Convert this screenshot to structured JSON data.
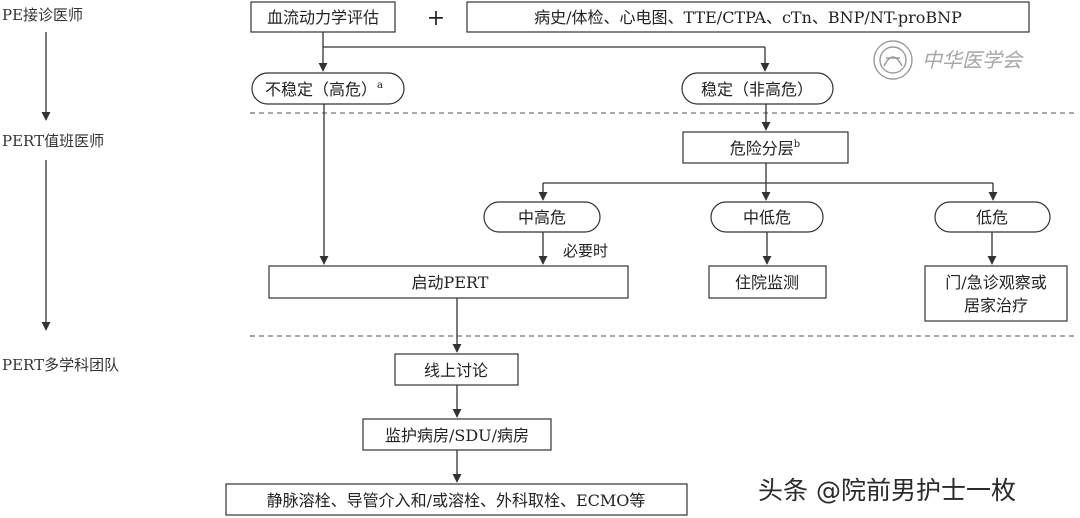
{
  "roles": {
    "pe_doctor": "PE接诊医师",
    "pert_duty": "PERT值班医师",
    "pert_team": "PERT多学科团队"
  },
  "nodes": {
    "hemo_eval": "血流动力学评估",
    "plus": "+",
    "tests": "病史/体检、心电图、TTE/CTPA、cTn、BNP/NT-proBNP",
    "unstable": "不稳定（高危）",
    "unstable_sup": "a",
    "stable": "稳定（非高危）",
    "risk_strat": "危险分层",
    "risk_strat_sup": "b",
    "mid_high": "中高危",
    "mid_low": "中低危",
    "low": "低危",
    "if_needed": "必要时",
    "start_pert": "启动PERT",
    "hospital_monitor": "住院监测",
    "outpatient_line1": "门/急诊观察或",
    "outpatient_line2": "居家治疗",
    "online_discuss": "线上讨论",
    "ward": "监护病房/SDU/病房",
    "treatments": "静脉溶栓、导管介入和/或溶栓、外科取栓、ECMO等"
  },
  "watermark": {
    "script": "中华医学会"
  },
  "credit": "头条 @院前男护士一枚"
}
